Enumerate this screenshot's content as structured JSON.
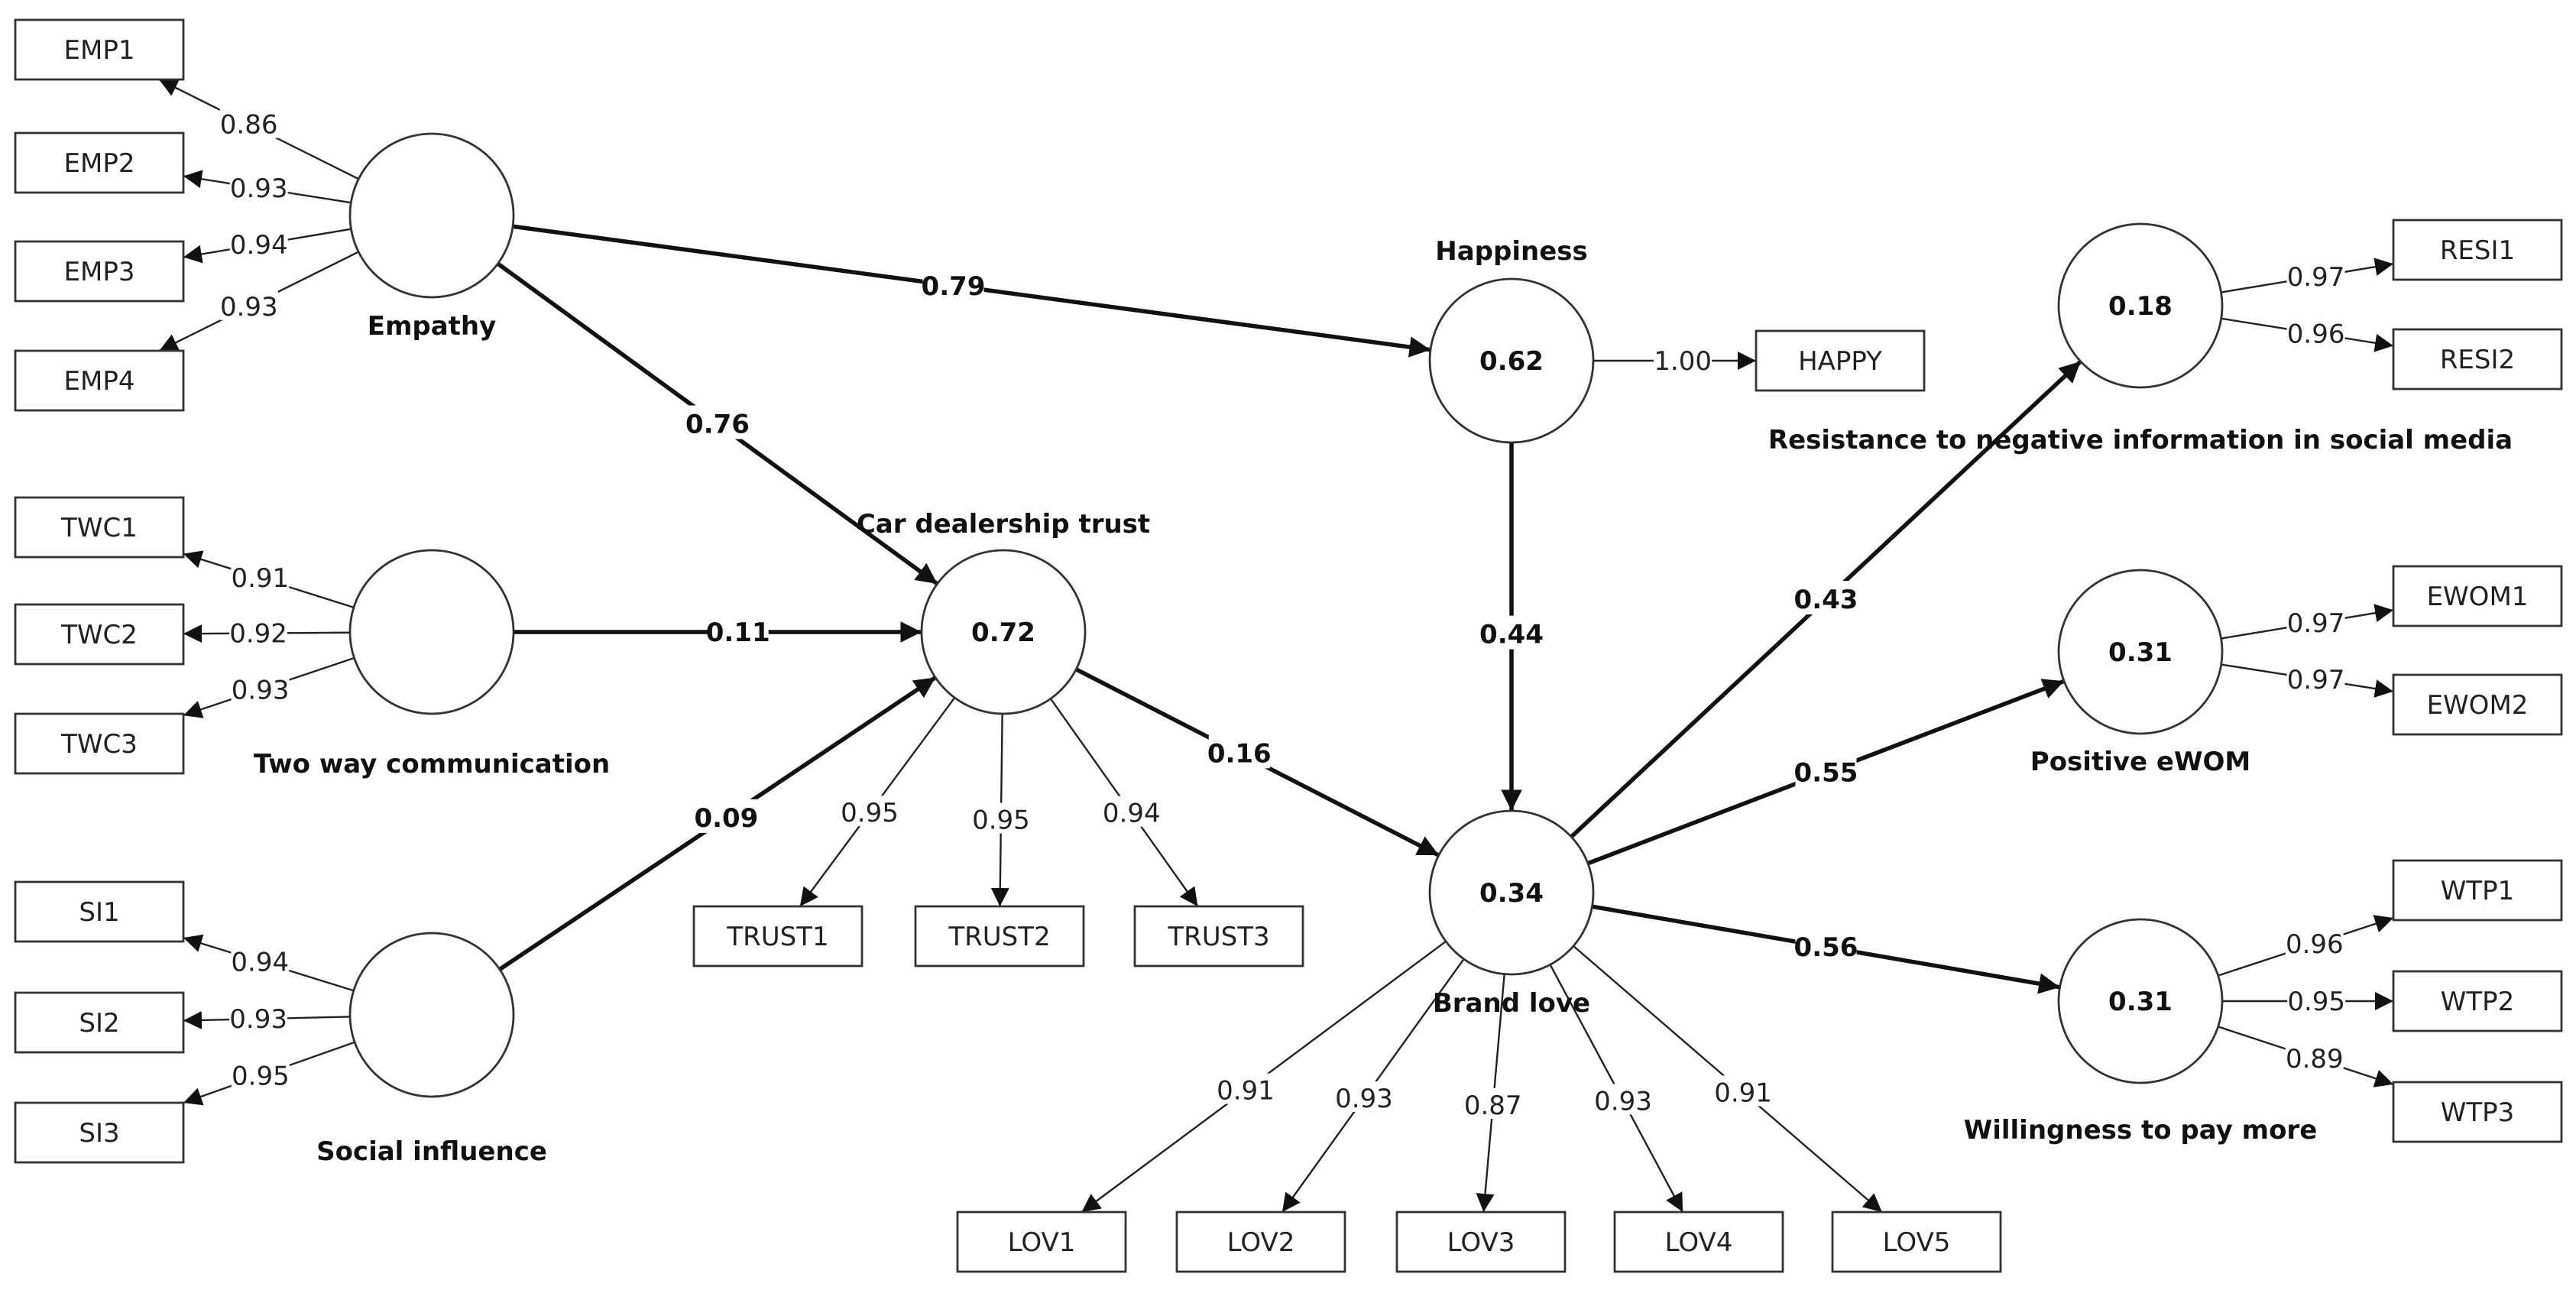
{
  "latents": [
    {
      "id": "emp",
      "label": "Empathy",
      "value": ""
    },
    {
      "id": "twc",
      "label": "Two way communication",
      "value": ""
    },
    {
      "id": "si",
      "label": "Social influence",
      "value": ""
    },
    {
      "id": "trust",
      "label": "Car dealership trust",
      "value": "0.72"
    },
    {
      "id": "happy",
      "label": "Happiness",
      "value": "0.62"
    },
    {
      "id": "love",
      "label": "Brand love",
      "value": "0.34"
    },
    {
      "id": "resi",
      "label": "Resistance to negative information in social media",
      "value": "0.18"
    },
    {
      "id": "ewom",
      "label": "Positive eWOM",
      "value": "0.31"
    },
    {
      "id": "wtp",
      "label": "Willingness to pay more",
      "value": "0.31"
    }
  ],
  "indicators": [
    {
      "id": "EMP1",
      "label": "EMP1"
    },
    {
      "id": "EMP2",
      "label": "EMP2"
    },
    {
      "id": "EMP3",
      "label": "EMP3"
    },
    {
      "id": "EMP4",
      "label": "EMP4"
    },
    {
      "id": "TWC1",
      "label": "TWC1"
    },
    {
      "id": "TWC2",
      "label": "TWC2"
    },
    {
      "id": "TWC3",
      "label": "TWC3"
    },
    {
      "id": "SI1",
      "label": "SI1"
    },
    {
      "id": "SI2",
      "label": "SI2"
    },
    {
      "id": "SI3",
      "label": "SI3"
    },
    {
      "id": "TRUST1",
      "label": "TRUST1"
    },
    {
      "id": "TRUST2",
      "label": "TRUST2"
    },
    {
      "id": "TRUST3",
      "label": "TRUST3"
    },
    {
      "id": "HAPPY",
      "label": "HAPPY"
    },
    {
      "id": "LOV1",
      "label": "LOV1"
    },
    {
      "id": "LOV2",
      "label": "LOV2"
    },
    {
      "id": "LOV3",
      "label": "LOV3"
    },
    {
      "id": "LOV4",
      "label": "LOV4"
    },
    {
      "id": "LOV5",
      "label": "LOV5"
    },
    {
      "id": "RESI1",
      "label": "RESI1"
    },
    {
      "id": "RESI2",
      "label": "RESI2"
    },
    {
      "id": "EWOM1",
      "label": "EWOM1"
    },
    {
      "id": "EWOM2",
      "label": "EWOM2"
    },
    {
      "id": "WTP1",
      "label": "WTP1"
    },
    {
      "id": "WTP2",
      "label": "WTP2"
    },
    {
      "id": "WTP3",
      "label": "WTP3"
    }
  ],
  "measurement": [
    {
      "from": "emp",
      "to": "EMP1",
      "w": "0.86"
    },
    {
      "from": "emp",
      "to": "EMP2",
      "w": "0.93"
    },
    {
      "from": "emp",
      "to": "EMP3",
      "w": "0.94"
    },
    {
      "from": "emp",
      "to": "EMP4",
      "w": "0.93"
    },
    {
      "from": "twc",
      "to": "TWC1",
      "w": "0.91"
    },
    {
      "from": "twc",
      "to": "TWC2",
      "w": "0.92"
    },
    {
      "from": "twc",
      "to": "TWC3",
      "w": "0.93"
    },
    {
      "from": "si",
      "to": "SI1",
      "w": "0.94"
    },
    {
      "from": "si",
      "to": "SI2",
      "w": "0.93"
    },
    {
      "from": "si",
      "to": "SI3",
      "w": "0.95"
    },
    {
      "from": "trust",
      "to": "TRUST1",
      "w": "0.95"
    },
    {
      "from": "trust",
      "to": "TRUST2",
      "w": "0.95"
    },
    {
      "from": "trust",
      "to": "TRUST3",
      "w": "0.94"
    },
    {
      "from": "happy",
      "to": "HAPPY",
      "w": "1.00"
    },
    {
      "from": "love",
      "to": "LOV1",
      "w": "0.91"
    },
    {
      "from": "love",
      "to": "LOV2",
      "w": "0.93"
    },
    {
      "from": "love",
      "to": "LOV3",
      "w": "0.87"
    },
    {
      "from": "love",
      "to": "LOV4",
      "w": "0.93"
    },
    {
      "from": "love",
      "to": "LOV5",
      "w": "0.91"
    },
    {
      "from": "resi",
      "to": "RESI1",
      "w": "0.97"
    },
    {
      "from": "resi",
      "to": "RESI2",
      "w": "0.96"
    },
    {
      "from": "ewom",
      "to": "EWOM1",
      "w": "0.97"
    },
    {
      "from": "ewom",
      "to": "EWOM2",
      "w": "0.97"
    },
    {
      "from": "wtp",
      "to": "WTP1",
      "w": "0.96"
    },
    {
      "from": "wtp",
      "to": "WTP2",
      "w": "0.95"
    },
    {
      "from": "wtp",
      "to": "WTP3",
      "w": "0.89"
    }
  ],
  "structural": [
    {
      "from": "emp",
      "to": "happy",
      "w": "0.79"
    },
    {
      "from": "emp",
      "to": "trust",
      "w": "0.76"
    },
    {
      "from": "twc",
      "to": "trust",
      "w": "0.11"
    },
    {
      "from": "si",
      "to": "trust",
      "w": "0.09"
    },
    {
      "from": "trust",
      "to": "love",
      "w": "0.16"
    },
    {
      "from": "happy",
      "to": "love",
      "w": "0.44"
    },
    {
      "from": "love",
      "to": "resi",
      "w": "0.43"
    },
    {
      "from": "love",
      "to": "ewom",
      "w": "0.55"
    },
    {
      "from": "love",
      "to": "wtp",
      "w": "0.56"
    }
  ]
}
